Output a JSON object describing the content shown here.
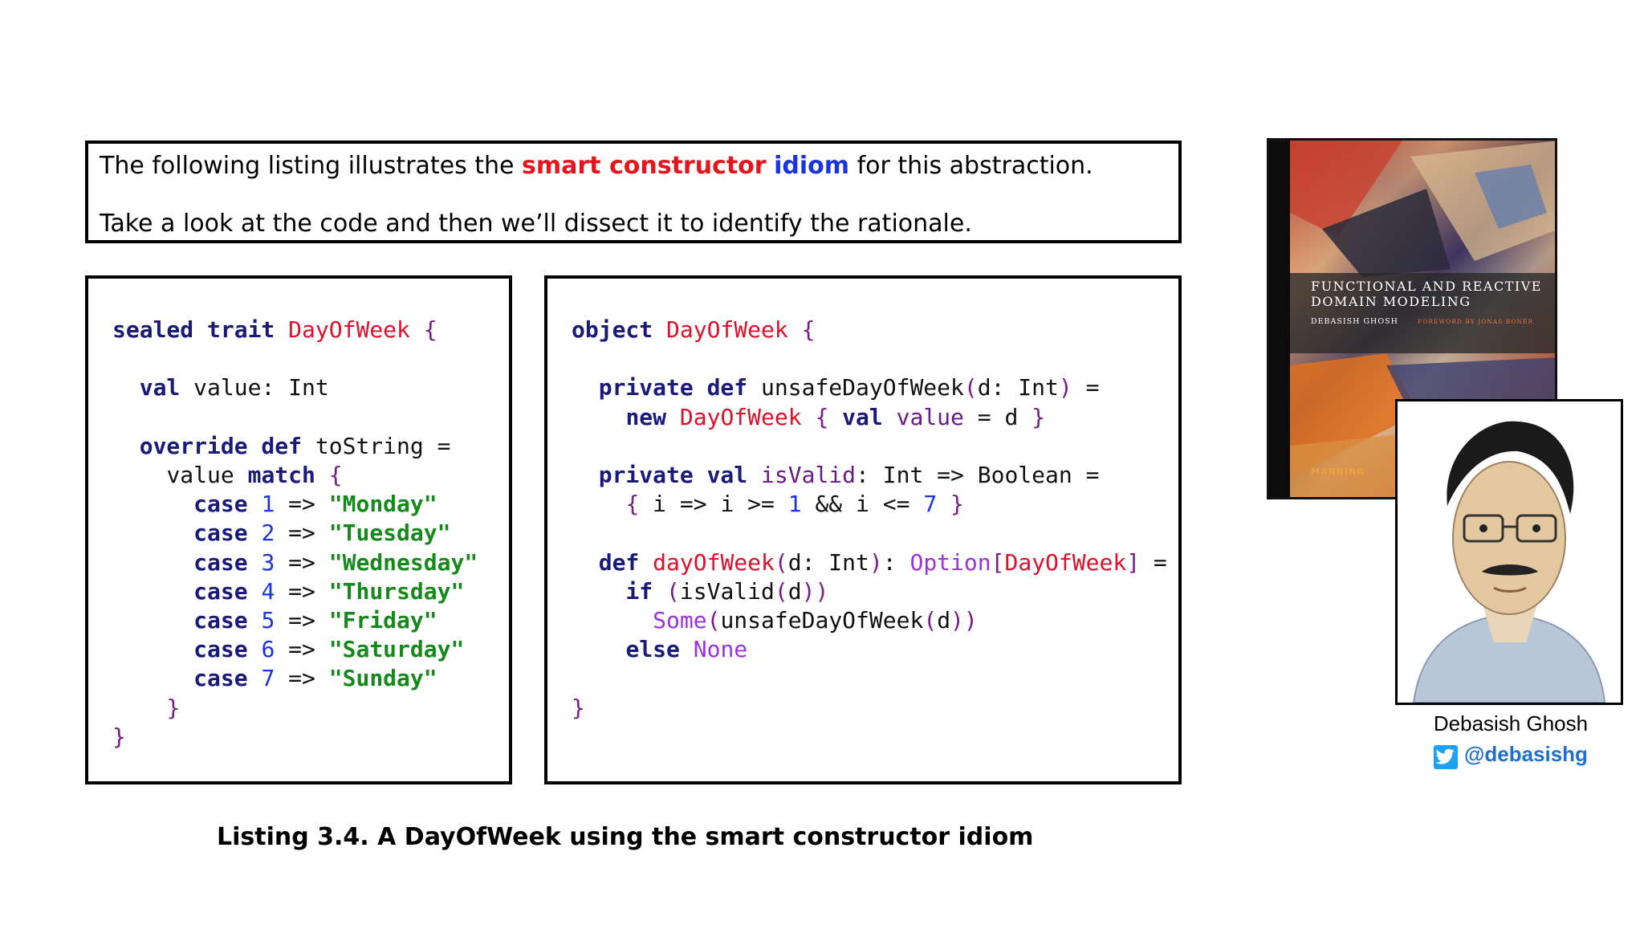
{
  "intro": {
    "line1_pre": "The following listing illustrates the ",
    "line1_red": "smart constructor",
    "line1_space": " ",
    "line1_blue": "idiom",
    "line1_post": " for this abstraction.",
    "line2": "Take a look at the code and then we’ll dissect it to identify the rationale."
  },
  "code_left": {
    "t_sealed": "sealed trait",
    "t_name": "DayOfWeek",
    "t_open": "{",
    "val_kw": "val",
    "val_rest": " value: Int",
    "override_kw": "override def",
    "override_rest": " toString =",
    "match_pre": "value ",
    "match_kw": "match",
    "match_open": "{",
    "case_kw": "case",
    "arrow": "=>",
    "cases": [
      {
        "n": "1",
        "s": "\"Monday\""
      },
      {
        "n": "2",
        "s": "\"Tuesday\""
      },
      {
        "n": "3",
        "s": "\"Wednesday\""
      },
      {
        "n": "4",
        "s": "\"Thursday\""
      },
      {
        "n": "5",
        "s": "\"Friday\""
      },
      {
        "n": "6",
        "s": "\"Saturday\""
      },
      {
        "n": "7",
        "s": "\"Sunday\""
      }
    ],
    "close_inner": "}",
    "close_outer": "}"
  },
  "code_right": {
    "obj_kw": "object",
    "obj_name": "DayOfWeek",
    "obj_open": "{",
    "priv_def": "private def",
    "unsafe_sig": " unsafeDayOfWeek",
    "paren_open": "(",
    "unsafe_params": "d: Int",
    "paren_close": ")",
    "eq": " =",
    "new_kw": "new",
    "new_type": "DayOfWeek",
    "brace_open": "{",
    "val_kw": "val",
    "value_prop": "value",
    "value_assign": " = d ",
    "brace_close": "}",
    "priv_val": "private val",
    "isvalid_name": " isValid",
    "isvalid_rest": ": Int => Boolean =",
    "lambda_open": "{",
    "lambda_mid1": " i => i >= ",
    "num1": "1",
    "lambda_mid2": " && i <= ",
    "num7": "7",
    "lambda_close": "}",
    "def_kw": "def",
    "dow_name": "dayOfWeek",
    "dow_params": "d: Int",
    "colon": ": ",
    "option": "Option",
    "bracket_open": "[",
    "bracket_close": "]",
    "if_kw": "if",
    "isvalid_call": "isValid",
    "d_arg": "d",
    "some": "Some",
    "unsafe_call": "unsafeDayOfWeek",
    "else_kw": "else",
    "none": "None",
    "obj_close": "}"
  },
  "caption": "Listing 3.4. A DayOfWeek using the smart constructor idiom",
  "book": {
    "title_line1": "Functional and Reactive",
    "title_line2": "Domain Modeling",
    "author": "Debasish Ghosh",
    "foreword": "Foreword by Jonas Bonér",
    "publisher": "Manning"
  },
  "author": {
    "name": "Debasish Ghosh",
    "handle": "@debasishg",
    "icon": "twitter-icon"
  }
}
